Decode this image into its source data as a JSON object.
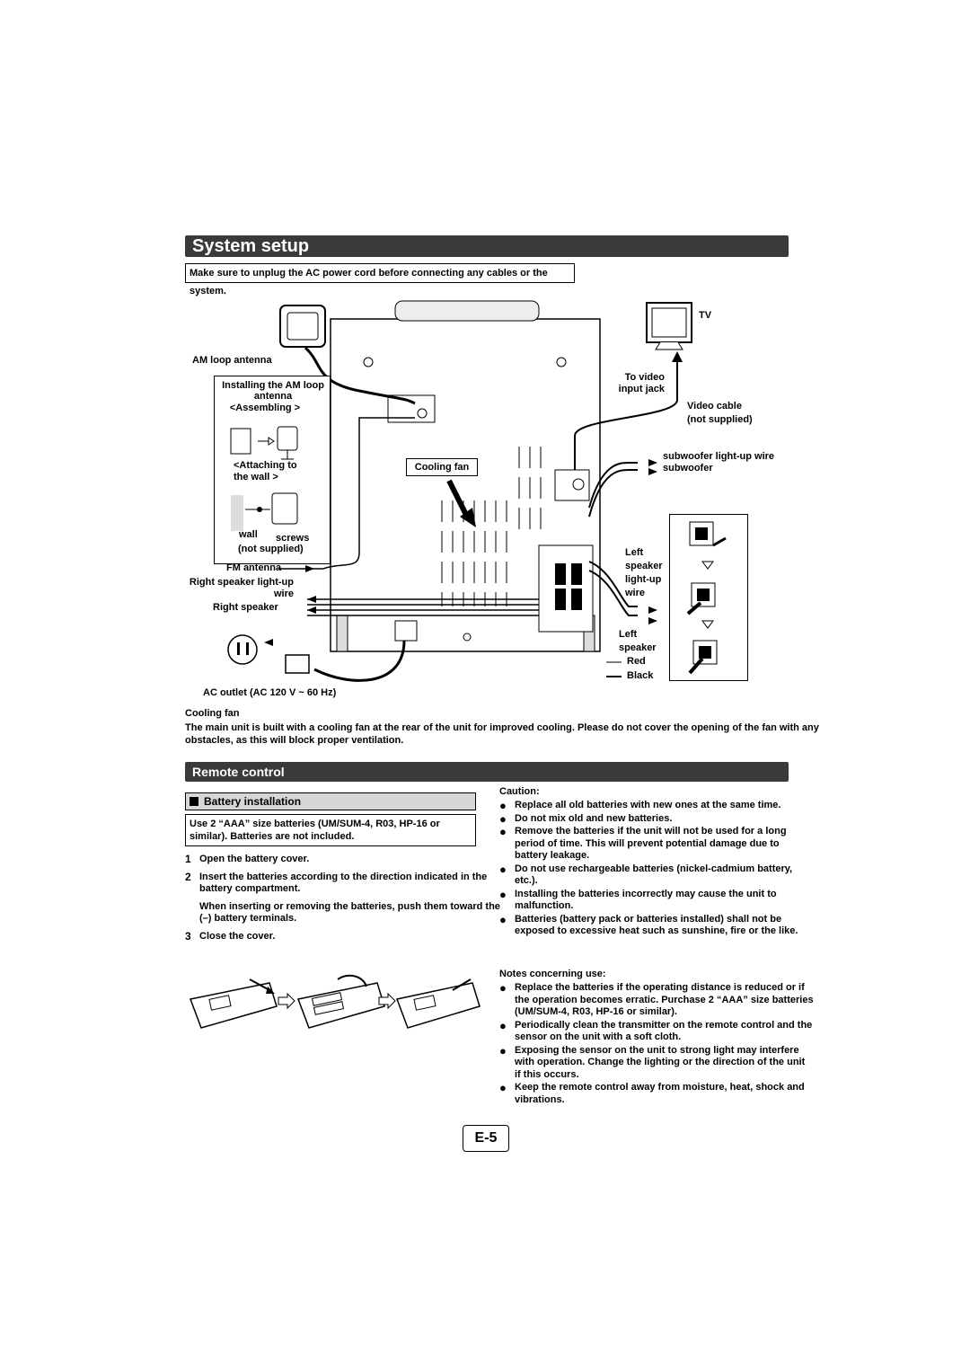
{
  "setup": {
    "title": "System setup",
    "warning": "Make sure to unplug the AC power cord before connecting any cables or the system."
  },
  "diagram": {
    "tv": "TV",
    "am_loop": "AM loop antenna",
    "installing": "Installing the AM loop antenna",
    "assembling": "<Assembling >",
    "attaching": "<Attaching to the wall >",
    "wall": "wall",
    "screws": "screws",
    "not_supplied": "(not supplied)",
    "fm_antenna": "FM antenna",
    "right_light": "Right speaker light-up wire",
    "right_speaker": "Right speaker",
    "ac_outlet": "AC outlet (AC 120 V ~ 60 Hz)",
    "to_video": "To video input jack",
    "video_cable": "Video cable",
    "video_not_supplied": "(not supplied)",
    "cooling_fan": "Cooling fan",
    "sub_light": "subwoofer light-up wire",
    "subwoofer": "subwoofer",
    "left_light": "Left speaker light-up wire",
    "left_speaker": "Left speaker",
    "red": "Red",
    "black": "Black"
  },
  "cooling": {
    "heading": "Cooling fan",
    "text": "The main unit is built with a cooling fan at the rear of the unit for improved cooling. Please do not cover the opening of the fan with any obstacles, as this will block proper ventilation."
  },
  "remote": {
    "title": "Remote control",
    "sub_heading": "Battery installation",
    "info": "Use 2 “AAA” size batteries (UM/SUM-4, R03, HP-16 or similar). Batteries are not included.",
    "steps": [
      {
        "n": "1",
        "text": "Open the battery cover."
      },
      {
        "n": "2",
        "text": "Insert the batteries according to the direction indicated in the battery compartment."
      },
      {
        "n": "",
        "text": "When inserting or removing the batteries, push them toward the (–) battery terminals."
      },
      {
        "n": "3",
        "text": "Close the cover."
      }
    ],
    "caution_heading": "Caution:",
    "caution": [
      "Replace all old batteries with new ones at the same time.",
      "Do not mix old and new batteries.",
      "Remove the batteries if the unit will not be used for a long period of time. This will prevent potential damage due to battery leakage.",
      "Do not use rechargeable batteries (nickel-cadmium battery, etc.).",
      "Installing the batteries incorrectly may cause the unit to malfunction.",
      "Batteries (battery pack or batteries installed) shall not be exposed to excessive heat such as sunshine, fire or the like."
    ],
    "notes_heading": "Notes concerning use:",
    "notes": [
      "Replace the batteries if the operating distance is reduced or if the operation becomes erratic. Purchase 2 “AAA” size batteries (UM/SUM-4, R03, HP-16 or similar).",
      "Periodically clean the transmitter on the remote control and the sensor on the unit with a soft cloth.",
      "Exposing the sensor on the unit to strong light may interfere with operation. Change the lighting or the direction of the unit if this occurs.",
      "Keep the remote control away from moisture, heat, shock and vibrations."
    ],
    "bullet": "●"
  },
  "page_number": "E-5"
}
